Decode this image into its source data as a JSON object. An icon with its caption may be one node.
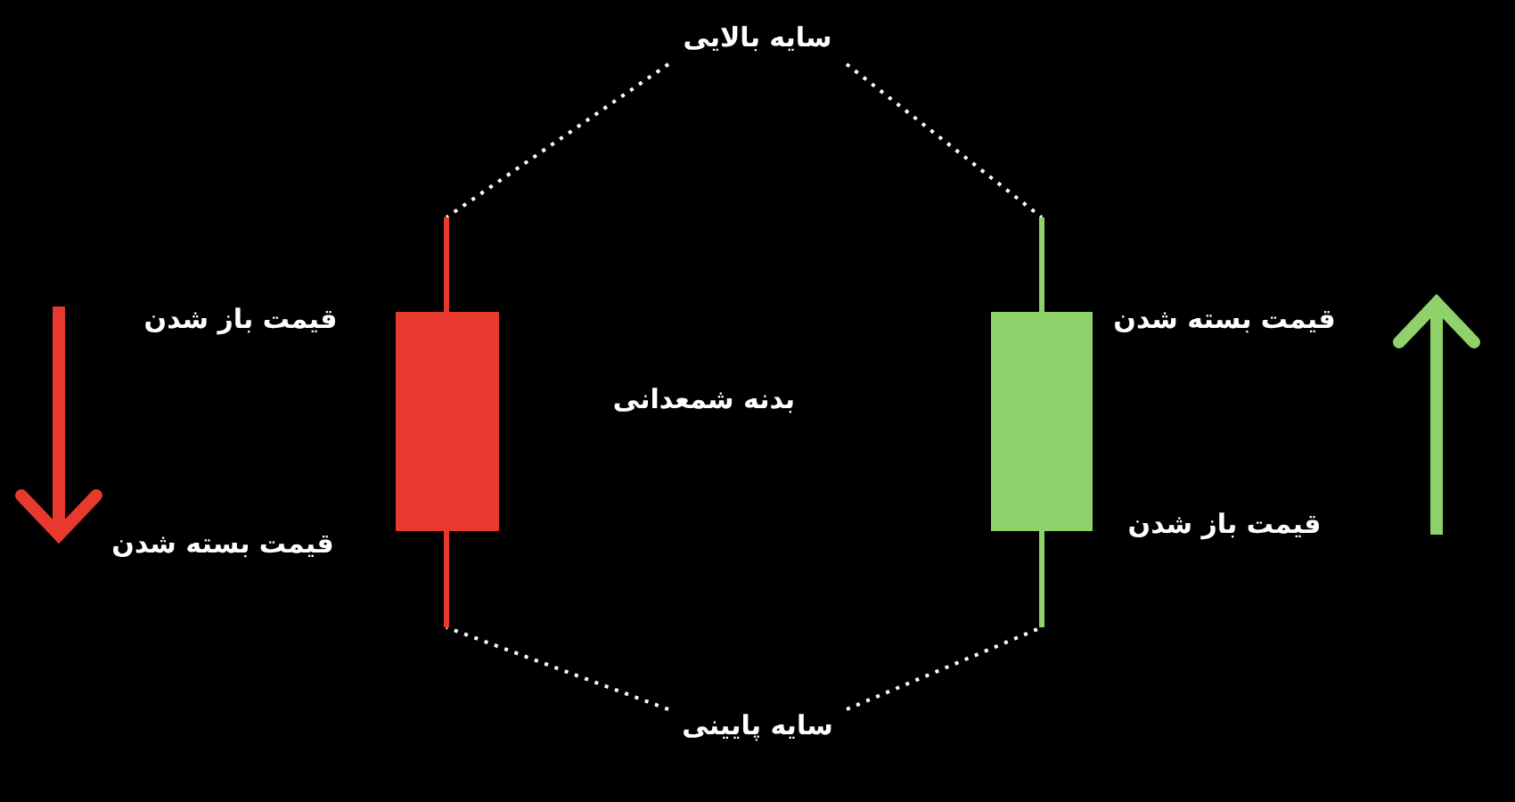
{
  "diagram": {
    "nodes": [
      {
        "text": [
          "سایه بالایی"
        ]
      },
      {
        "text": [],
        "shape": "bar"
      },
      {
        "text": [],
        "shape": "bar"
      },
      {
        "text": [
          "سایه پایینی"
        ]
      },
      {
        "text": [],
        "shape": "bar"
      },
      {
        "text": [],
        "shape": "bar"
      },
      {
        "text": [],
        "shape": "box"
      },
      {
        "text": [],
        "shape": "box"
      }
    ],
    "edges": [
      {
        "from": 0,
        "to": 1,
        "arrow": "none",
        "style": "dashed"
      },
      {
        "from": 0,
        "to": 2,
        "arrow": "none",
        "style": "dashed"
      },
      {
        "from": 3,
        "to": 4,
        "arrow": "none",
        "style": "dashed"
      },
      {
        "from": 3,
        "to": 5,
        "arrow": "none",
        "style": "dashed"
      }
    ],
    "labels": [
      "قیمت باز شدن",
      "قیمت بسته شدن",
      "بدنه شمعدانی",
      "قیمت باز شدن",
      "قیمت بسته شدن"
    ]
  }
}
